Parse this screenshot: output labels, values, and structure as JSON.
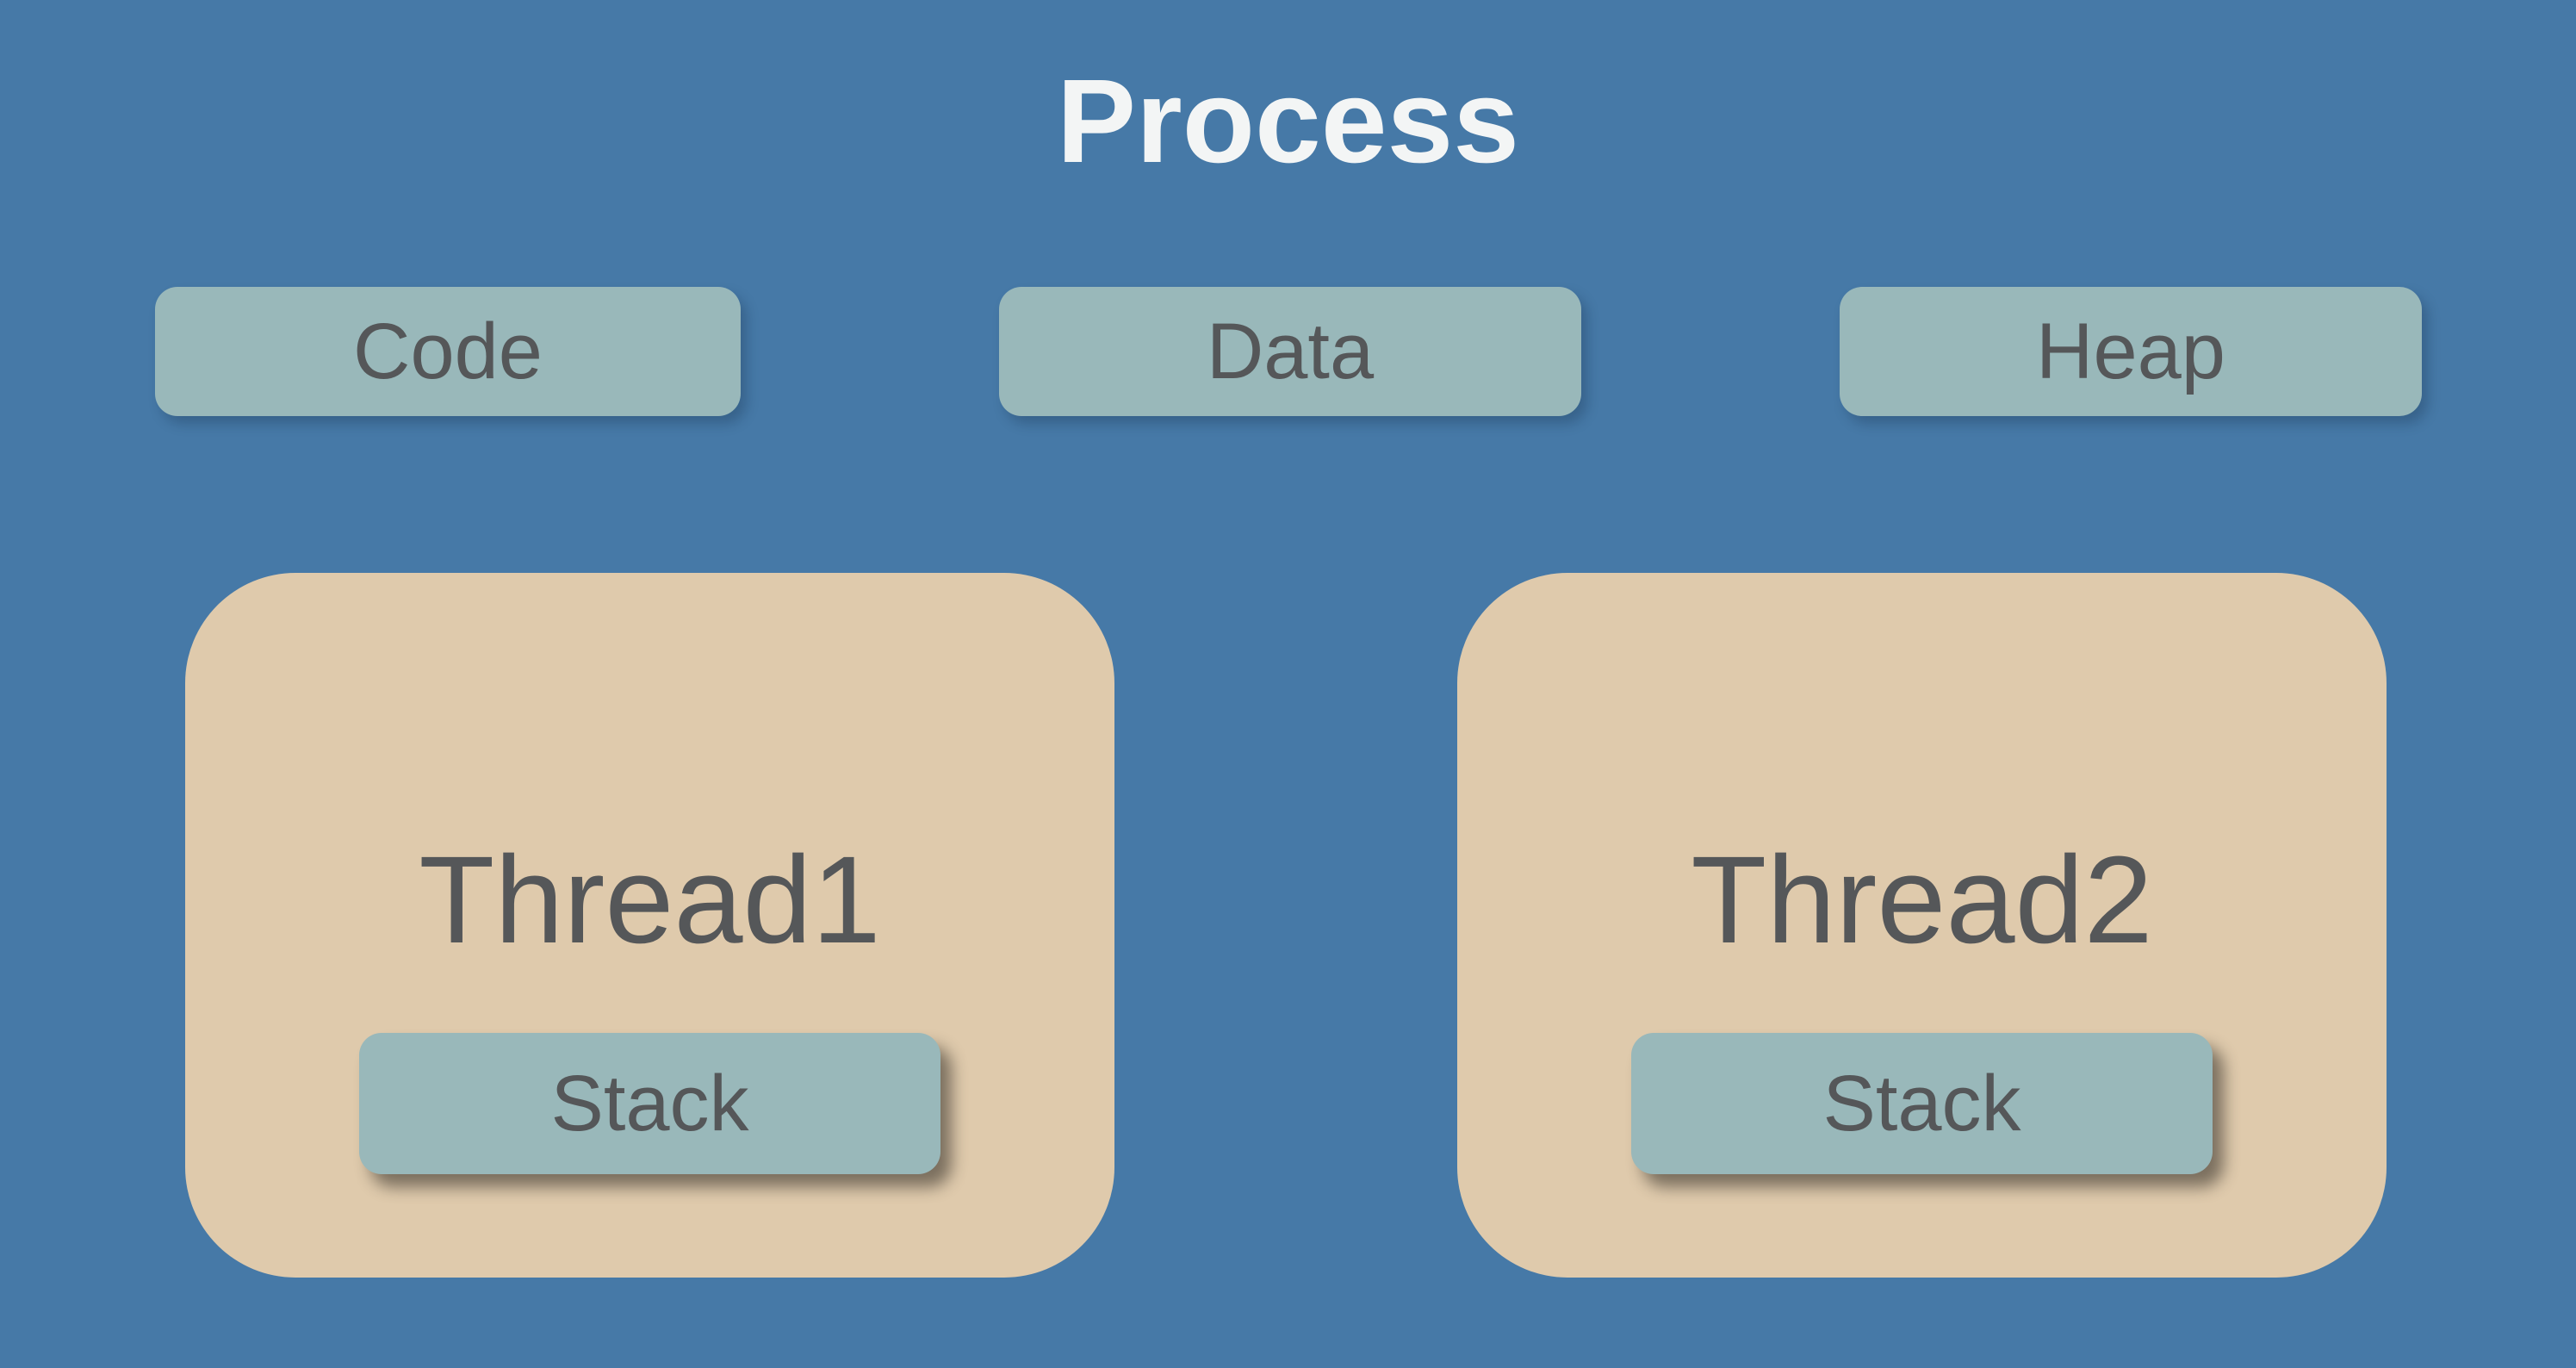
{
  "diagram": {
    "title": "Process",
    "segments": [
      {
        "label": "Code"
      },
      {
        "label": "Data"
      },
      {
        "label": "Heap"
      }
    ],
    "threads": [
      {
        "label": "Thread1",
        "stack_label": "Stack"
      },
      {
        "label": "Thread2",
        "stack_label": "Stack"
      }
    ],
    "colors": {
      "background": "#4679A7",
      "segment_fill": "#99B8BA",
      "thread_fill": "#DFCAAC",
      "label_text": "#555759",
      "title_text": "#F3F5F5"
    }
  }
}
